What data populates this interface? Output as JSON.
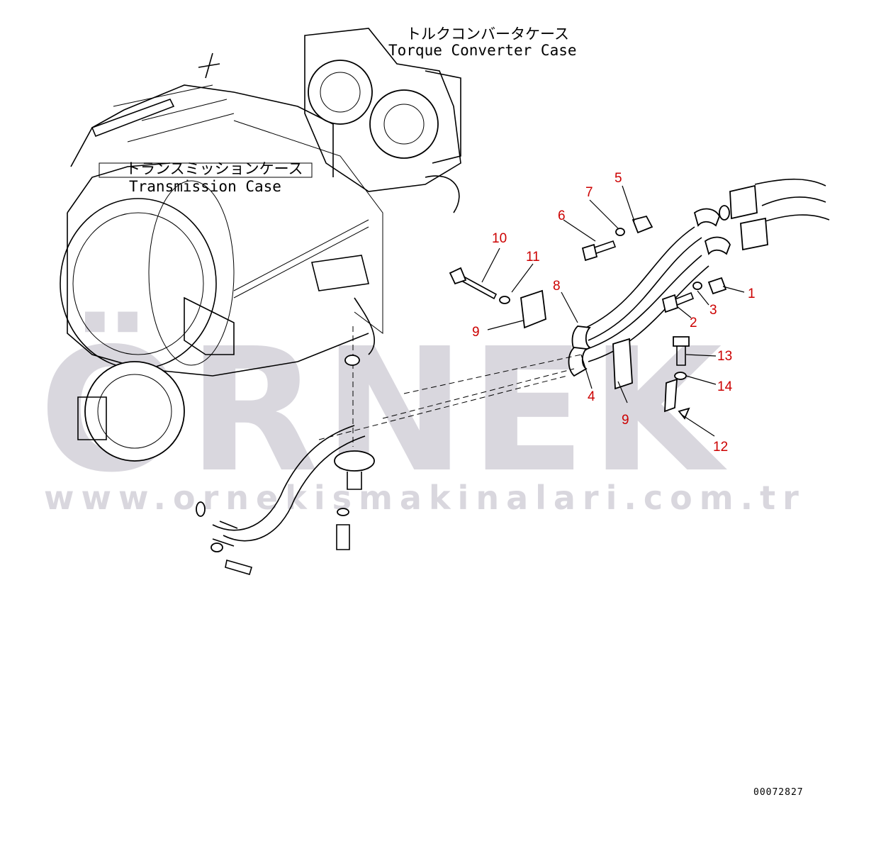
{
  "watermark": {
    "brand": "ÖRNEK",
    "url": "www.ornekismakinalari.com.tr"
  },
  "labels": {
    "torque_converter_jp": "トルクコンバータケース",
    "torque_converter_en": "Torque Converter Case",
    "transmission_jp": "トランスミッションケース",
    "transmission_en": "Transmission Case"
  },
  "callouts": [
    "1",
    "2",
    "3",
    "4",
    "5",
    "6",
    "7",
    "8",
    "9",
    "9",
    "10",
    "11",
    "12",
    "13",
    "14"
  ],
  "document_id": "00072827",
  "colors": {
    "callout": "#cc0000",
    "watermark": "#d9d7de",
    "line": "#000000"
  }
}
